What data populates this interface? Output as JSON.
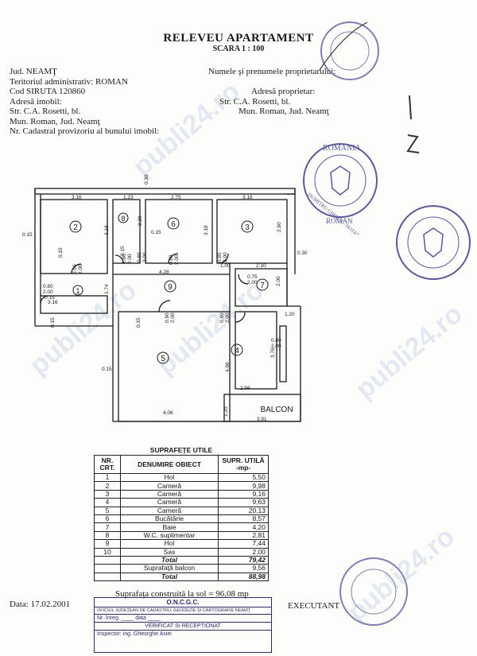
{
  "header": {
    "title": "RELEVEU APARTAMENT",
    "scale": "SCARA 1 : 100"
  },
  "left_info": [
    "Jud. NEAMŢ",
    "Teritoriul administrativ: ROMAN",
    "Cod SIRUTA 120860",
    "Adresă imobil:",
    "Str. C.A. Rosetti, bl.",
    "Mun. Roman, Jud. Neamţ",
    "Nr. Cadastral provizoriu al bunului imobil:"
  ],
  "right_info": {
    "owner_label": "Numele şi prenumele proprietarului:",
    "addr_label": "Adresă proprietar:",
    "street": "Str. C.A. Rosetti, bl.",
    "city": "Mun. Roman, Jud. Neamţ"
  },
  "plan": {
    "rooms": [
      "1",
      "2",
      "3",
      "4",
      "5",
      "6",
      "7",
      "8",
      "9"
    ],
    "balcony": "BALCON",
    "dims": [
      "0.30",
      "3.16",
      "1.23",
      "2.75",
      "3.16",
      "3.18",
      "2.28",
      "3.18",
      "2.90",
      "0.30",
      "0.15",
      "0.15",
      "0.15",
      "0.15",
      "0.15",
      "0.15",
      "0.15",
      "0.15",
      "1.00",
      "2.10",
      "4.28",
      "2.00",
      "0.80",
      "2.00",
      "1.74",
      "3.16",
      "0.90",
      "2.00",
      "0.75",
      "2.00",
      "0.80",
      "2.00",
      "0.80",
      "2.00",
      "0.85",
      "2.00",
      "0.90",
      "2.00",
      "0.80",
      "2.00",
      "0.80",
      "2.00",
      "0.80",
      "2.00",
      "1.20",
      "3.76",
      "4.96",
      "2.56",
      "4.06",
      "1.20",
      "3.91"
    ]
  },
  "table": {
    "title": "SUPRAFEŢE UTILE",
    "headers": [
      "NR. CRT.",
      "DENUMIRE OBIECT",
      "SUPR. UTILĂ -mp-"
    ],
    "rows": [
      [
        "1",
        "Hol",
        "5,50"
      ],
      [
        "2",
        "Cameră",
        "9,98"
      ],
      [
        "3",
        "Cameră",
        "9,16"
      ],
      [
        "4",
        "Cameră",
        "9,63"
      ],
      [
        "5",
        "Cameră",
        "20,13"
      ],
      [
        "6",
        "Bucătărie",
        "8,57"
      ],
      [
        "7",
        "Baie",
        "4,20"
      ],
      [
        "8",
        "W.C. suplimentar",
        "2,81"
      ],
      [
        "9",
        "Hol",
        "7,44"
      ],
      [
        "10",
        "Sas",
        "2,00"
      ]
    ],
    "total_label": "Total",
    "total_value": "79,42",
    "balcony_label": "Suprafaţă balcon",
    "balcony_value": "9,56",
    "grand_label": "Total",
    "grand_value": "88,98"
  },
  "built_surface": "Suprafaţa construită la sol = 96,08 mp",
  "date": "Data: 17.02.2001",
  "executant": "EXECUTANT",
  "stamp": {
    "l1": "O.N.C.G.C.",
    "l2": "OFICIUL JUDEŢEAN DE CADASTRU, GEODEZIE ŞI CARTOGRAFIE NEAMŢ",
    "l3": "Nr. înreg. ____ data ____",
    "l4": "VERIFICAT SI RECEPTIONAT",
    "l5": "Inspector: ing. Gheorghe Asiei"
  },
  "seal": {
    "top": "ROMANIA",
    "ring": "DUMITRU GIRBEA - NOTAR PUBLIC",
    "bottom": "ROMAN"
  },
  "watermark": "publi24.ro",
  "colors": {
    "ink": "#1a1a1a",
    "stamp": "#2d2d6a",
    "seal": "#5a5a9a",
    "watermark": "#8ca0c8"
  }
}
